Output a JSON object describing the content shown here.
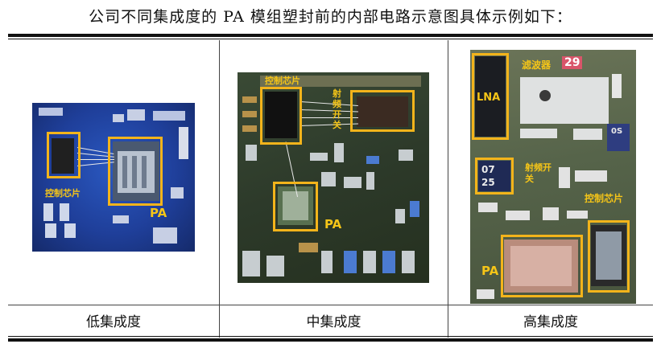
{
  "title": "公司不同集成度的 PA 模组塑封前的内部电路示意图具体示例如下：",
  "columns": [
    {
      "caption": "低集成度",
      "labels": {
        "control": "控制芯片",
        "pa": "PA"
      }
    },
    {
      "caption": "中集成度",
      "labels": {
        "control": "控制芯片",
        "switch": "射频开关",
        "pa": "PA"
      }
    },
    {
      "caption": "高集成度",
      "labels": {
        "lna": "LNA",
        "filter": "滤波器",
        "switch": "射频开关",
        "control": "控制芯片",
        "pa": "PA",
        "num1": "29",
        "num2": "07",
        "num3": "25",
        "num4": "0S"
      }
    }
  ],
  "colors": {
    "highlight": "#f3b41b",
    "label": "#f5c518",
    "board_low": "#1f3f9a",
    "board_mid": "#2d3a2a",
    "board_high": "#56644a"
  }
}
